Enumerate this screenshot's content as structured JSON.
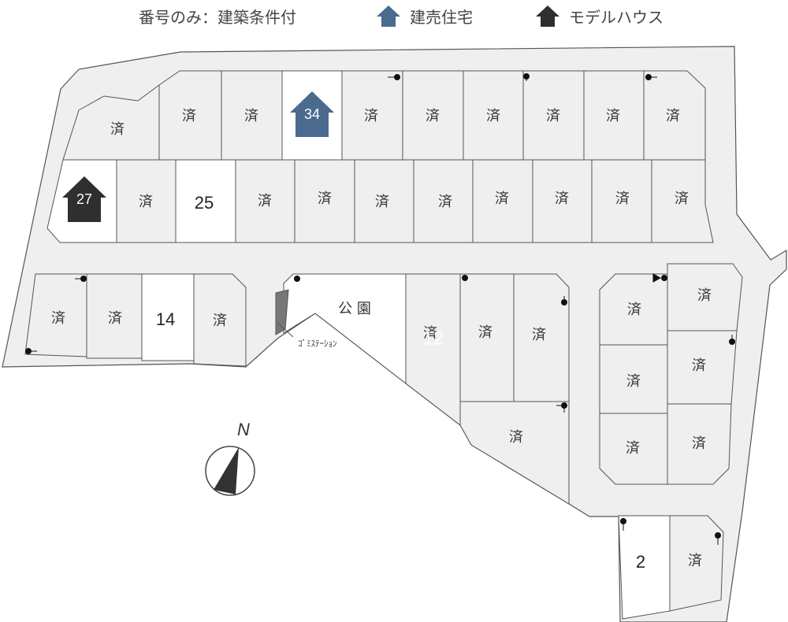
{
  "legend": {
    "numbered_only": "番号のみ：建築条件付",
    "built_for_sale": "建売住宅",
    "model_house": "モデルハウス",
    "color_built_for_sale": "#4a6a8e",
    "color_model_house": "#2f2f2f"
  },
  "sold_label": "済",
  "park_label": "公 園",
  "garbage_station_label": "ｺﾞﾐｽﾃｰｼｮﾝ",
  "north_label": "N",
  "lots": {
    "lot_34": "34",
    "lot_27": "27",
    "lot_25": "25",
    "lot_14": "14",
    "lot_12": "12",
    "lot_2": "2"
  },
  "icons": {
    "built_for_sale": "house-icon",
    "model_house": "house-icon",
    "compass": "compass-icon",
    "pole": "utility-pole-icon"
  }
}
